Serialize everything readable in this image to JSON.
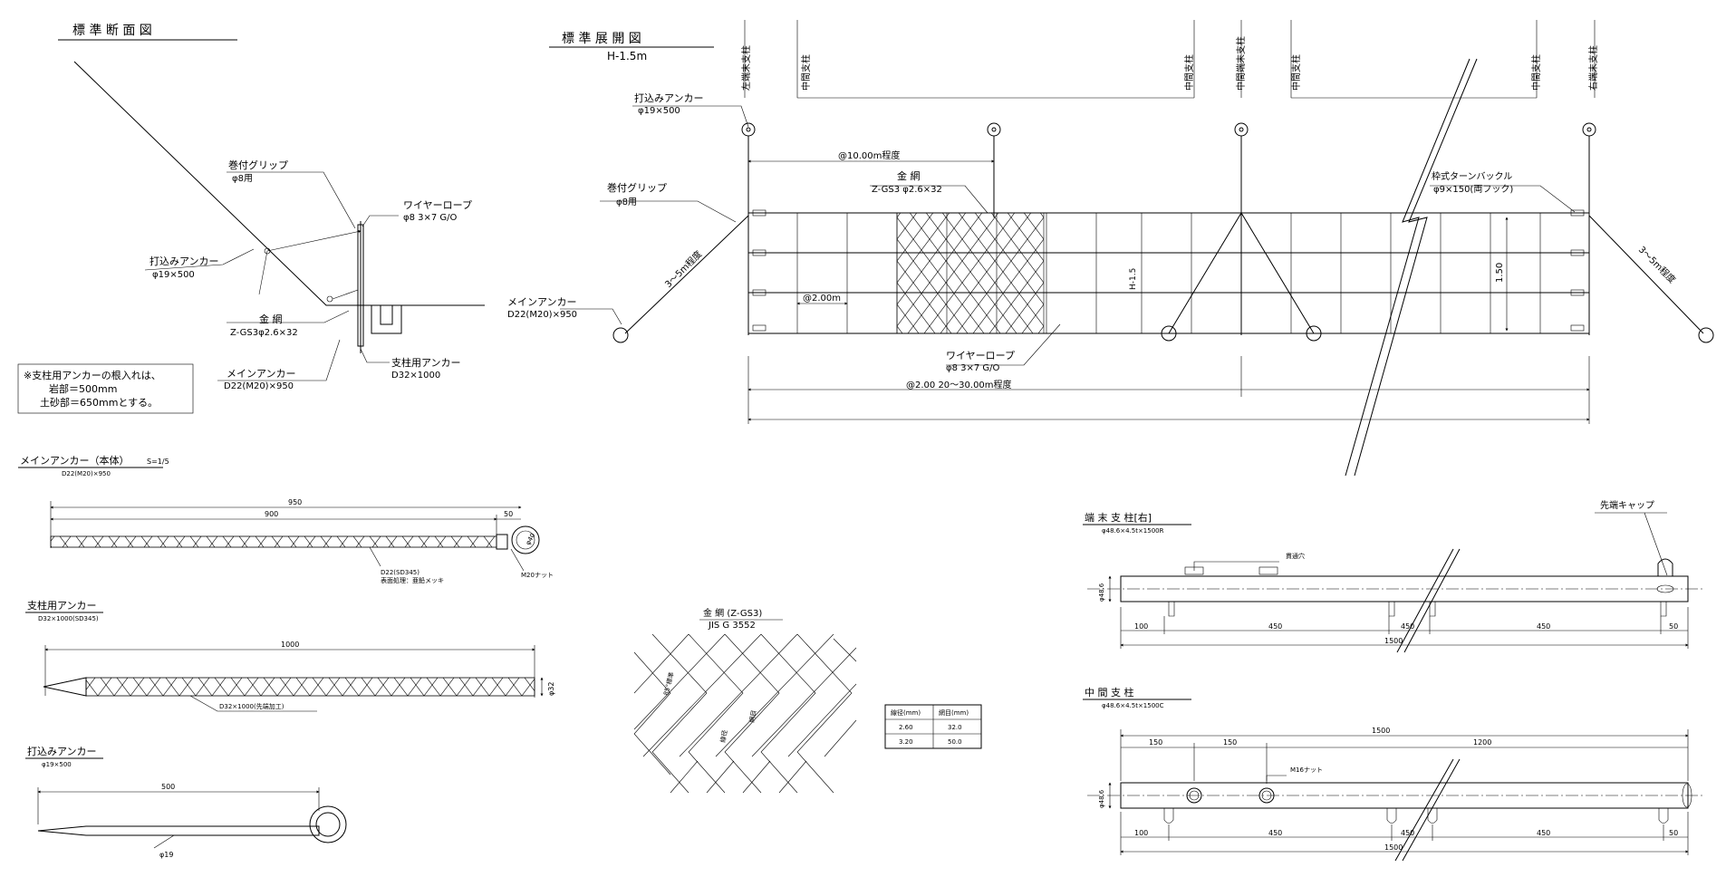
{
  "section": {
    "title": "標 準 断 面 図",
    "grip_label": "巻付グリップ",
    "grip_spec": "φ8用",
    "wire_label": "ワイヤーロープ",
    "wire_spec": "φ8 3×7 G/O",
    "drive_anchor_label": "打込みアンカー",
    "drive_anchor_spec": "φ19×500",
    "net_label": "金 網",
    "net_spec": "Z-GS3φ2.6×32",
    "main_anchor_label": "メインアンカー",
    "main_anchor_spec": "D22(M20)×950",
    "post_anchor_label": "支柱用アンカー",
    "post_anchor_spec": "D32×1000"
  },
  "note": {
    "line1": "※支柱用アンカーの根入れは、",
    "line2": "岩部＝500mm",
    "line3": "土砂部＝650mmとする。"
  },
  "elevation": {
    "title": "標 準 展 開 図",
    "subtitle": "H-1.5m",
    "post_left_end": "左端末支柱",
    "post_mid_a": "中間支柱",
    "post_mid_b": "中間支柱",
    "post_mid_end": "中間端末支柱",
    "post_mid_c": "中間支柱",
    "post_mid_d": "中間支柱",
    "post_right_end": "右端末支柱",
    "drive_anchor_label": "打込みアンカー",
    "drive_anchor_spec": "φ19×500",
    "pitch_label": "@10.00m程度",
    "net_label": "金 網",
    "net_spec": "Z-GS3 φ2.6×32",
    "grip_label": "巻付グリップ",
    "grip_spec": "φ8用",
    "turnbuckle_label": "枠式ターンバックル",
    "turnbuckle_spec": "φ9×150(両フック)",
    "main_anchor_label": "メインアンカー",
    "main_anchor_spec": "D22(M20)×950",
    "slope_left": "3～5m程度",
    "slope_right": "3～5m程度",
    "spacing": "@2.00m",
    "height_mark": "H-1.5",
    "height_dim": "1.50",
    "wire_label": "ワイヤーロープ",
    "wire_spec": "φ8 3×7 G/O",
    "total_dim": "@2.00 20～30.00m程度"
  },
  "main_anchor": {
    "title": "メインアンカー（本体）",
    "scale": "S=1/5",
    "spec": "D22(M20)×950",
    "dim_total": "950",
    "dim_body": "900",
    "dim_end": "50",
    "callout_material": "D22(SD345)",
    "callout_finish": "表面処理：亜鉛メッキ",
    "nut": "M20ナット",
    "eye": "φ40"
  },
  "post_anchor": {
    "title": "支柱用アンカー",
    "spec": "D32×1000(SD345)",
    "dim_total": "1000",
    "callout": "D32×1000(先端加工)",
    "diameter": "φ32"
  },
  "drive_anchor": {
    "title": "打込みアンカー",
    "spec": "φ19×500",
    "dim_total": "500",
    "diameter": "φ19"
  },
  "netting": {
    "title": "金 網 (Z-GS3)",
    "standard": "JIS G 3552",
    "label_a": "85°標準",
    "label_b": "線径",
    "label_c": "網目",
    "table_headers": [
      "線径(mm)",
      "網目(mm)"
    ],
    "table_rows": [
      [
        "2.60",
        "32.0"
      ],
      [
        "3.20",
        "50.0"
      ]
    ]
  },
  "end_post": {
    "title": "端 末 支 柱[右]",
    "spec": "φ48.6×4.5t×1500R",
    "cap_label": "先端キャップ",
    "hole_label": "貫通穴",
    "dia": "φ48.6",
    "dims": [
      "100",
      "450",
      "450",
      "450",
      "50"
    ],
    "dim_total": "1500"
  },
  "mid_post": {
    "title": "中 間 支 柱",
    "spec": "φ48.6×4.5t×1500C",
    "nut_label": "M16ナット",
    "dia": "φ48.6",
    "top_dims": [
      "150",
      "150",
      "1500",
      "1200"
    ],
    "dims": [
      "100",
      "450",
      "450",
      "450",
      "50"
    ],
    "dim_total": "1500"
  }
}
